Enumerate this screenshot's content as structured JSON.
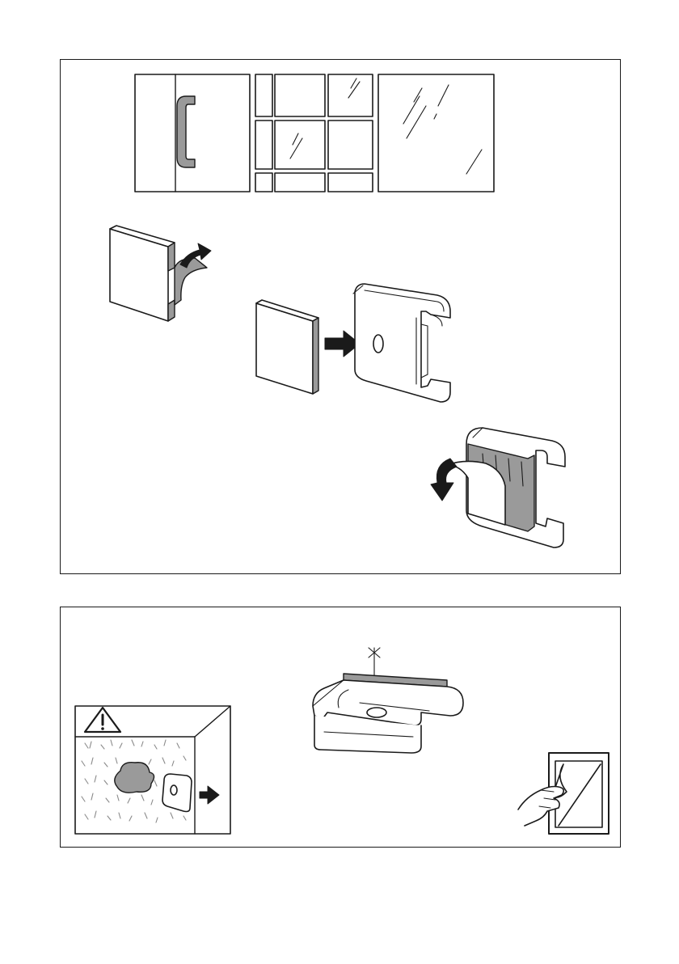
{
  "figure": {
    "panels": [
      {
        "id": "top",
        "steps": [
          "surface-types",
          "peel-adhesive-pad",
          "attach-pad-to-clip",
          "remove-backing-film"
        ]
      },
      {
        "id": "bottom",
        "steps": [
          "warning-clean-surface",
          "clip-mounted-on-edge",
          "peel-protective-film"
        ]
      }
    ],
    "icons": {
      "surfaces": [
        "door-with-handle-icon",
        "tiled-wall-icon",
        "glass-pane-icon"
      ],
      "warning": "warning-triangle-icon",
      "arrows": "arrow-icon"
    },
    "colors": {
      "stroke": "#1a1a1a",
      "adhesive": "#9a9a9a",
      "background": "#ffffff"
    }
  }
}
